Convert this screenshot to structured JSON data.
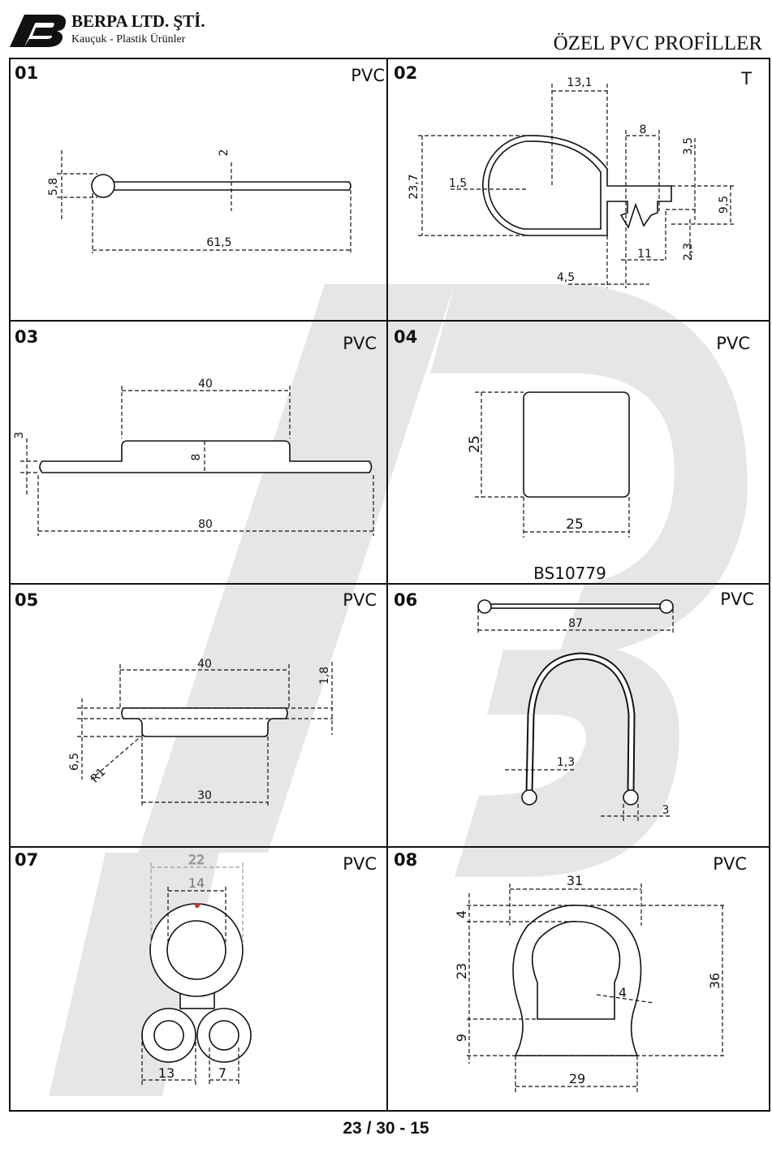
{
  "header": {
    "company": "BERPA LTD. ŞTİ.",
    "subtitle": "Kauçuk - Plastik Ürünler",
    "title": "ÖZEL PVC PROFİLLER",
    "logo_text": "B"
  },
  "panels": [
    {
      "number": "01",
      "material": "PVC",
      "dims": {
        "h": "5,8",
        "t": "2",
        "w": "61,5"
      }
    },
    {
      "number": "02",
      "material": "T",
      "dims": {
        "a": "13,1",
        "b": "23,7",
        "c": "1,5",
        "d": "8",
        "e": "3,5",
        "f": "9,5",
        "g": "2,3",
        "h": "11",
        "i": "4,5"
      }
    },
    {
      "number": "03",
      "material": "PVC",
      "dims": {
        "top": "40",
        "base": "80",
        "t": "3",
        "h": "8"
      }
    },
    {
      "number": "04",
      "material": "PVC",
      "dims": {
        "h": "25",
        "w": "25"
      },
      "code": "BS10779"
    },
    {
      "number": "05",
      "material": "PVC",
      "dims": {
        "top": "40",
        "bottom": "30",
        "t": "1,8",
        "h": "6,5",
        "r": "R1"
      }
    },
    {
      "number": "06",
      "material": "PVC",
      "dims": {
        "len": "87",
        "t": "1,3",
        "d": "3"
      }
    },
    {
      "number": "07",
      "material": "PVC",
      "dims": {
        "outer": "22",
        "inner": "14",
        "small": "13",
        "hole": "7"
      }
    },
    {
      "number": "08",
      "material": "PVC",
      "dims": {
        "top": "31",
        "a": "4",
        "b": "23",
        "c": "9",
        "h": "36",
        "t": "4",
        "base": "29"
      }
    }
  ],
  "footer": {
    "page": "23 / 30 - 15"
  }
}
